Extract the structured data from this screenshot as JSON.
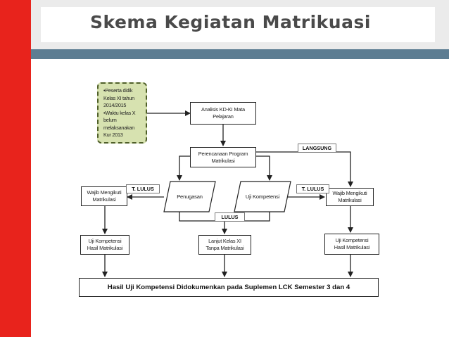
{
  "title": "Skema Kegiatan Matrikuasi",
  "note_lines": [
    "•Peserta didik",
    "Kelas XI tahun",
    "2014/2015",
    "•Waktu kelas X",
    "belum",
    "melaksanakan",
    "Kur 2013"
  ],
  "nodes": {
    "analisis": [
      "Analisis KD-KI Mata",
      "Pelajaran"
    ],
    "perencanaan": [
      "Perencanaan Program",
      "Matrikulasi"
    ],
    "penugasan": "Penugasan",
    "uji_kompetensi": "Uji Kompetensi",
    "wajib_left": [
      "Wajib Mengikuti",
      "Matrikulasi"
    ],
    "wajib_right": [
      "Wajib Mengikuti",
      "Matrikulasi"
    ],
    "uji_left": [
      "Uji Kompetensi",
      "Hasil Matrikulasi"
    ],
    "uji_right": [
      "Uji Kompetensi",
      "Hasil Matrikulasi"
    ],
    "lanjut": [
      "Lanjut Kelas XI",
      "Tanpa Matrikulasi"
    ],
    "final": "Hasil Uji Kompetensi Didokumenkan pada Suplemen LCK Semester 3 dan 4"
  },
  "labels": {
    "langsung": "LANGSUNG",
    "t_lulus_left": "T. LULUS",
    "t_lulus_right": "T. LULUS",
    "lulus": "LULUS"
  },
  "colors": {
    "accent_red": "#e8231c",
    "separator": "#5d7d92",
    "note_fill": "#d7e2b0",
    "note_border": "#4f5f29"
  }
}
